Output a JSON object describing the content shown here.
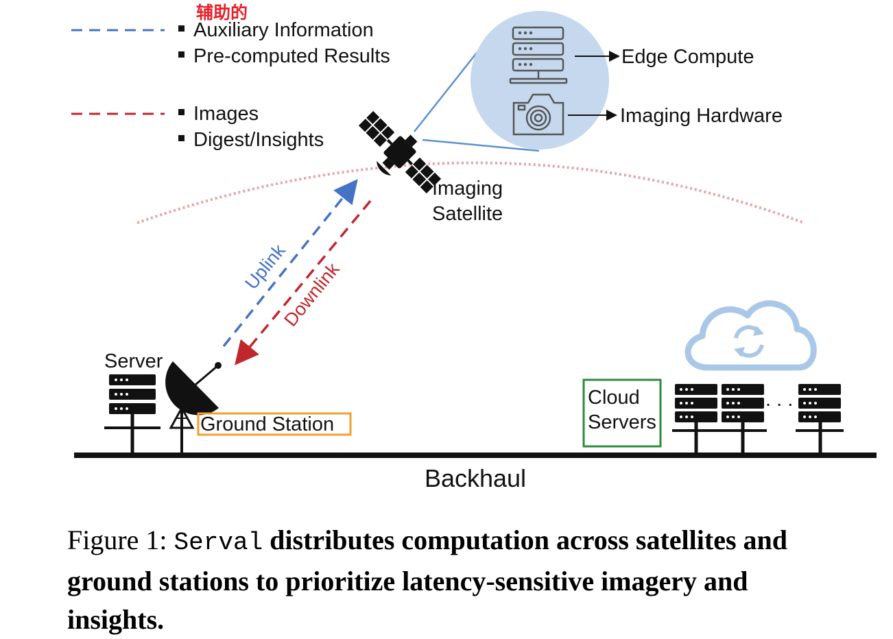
{
  "annotation": "辅助的",
  "legend": {
    "blue": {
      "color": "#4472c4",
      "items": [
        "Auxiliary Information",
        "Pre-computed Results"
      ]
    },
    "red": {
      "color": "#c0272d",
      "items": [
        "Images",
        "Digest/Insights"
      ]
    }
  },
  "satellite": {
    "label_line1": "Imaging",
    "label_line2": "Satellite",
    "callouts": {
      "edge": "Edge Compute",
      "imaging": "Imaging Hardware"
    }
  },
  "links": {
    "uplink": "Uplink",
    "downlink": "Downlink"
  },
  "ground": {
    "server_label": "Server",
    "station_label": "Ground Station"
  },
  "cloud": {
    "label_line1": "Cloud",
    "label_line2": "Servers",
    "ellipsis": ". . ."
  },
  "backhaul": "Backhaul",
  "caption": {
    "prefix": "Figure 1: ",
    "system": "Serval",
    "text": " distributes computation across satellites and ground stations to prioritize latency-sensitive imagery and insights."
  },
  "colors": {
    "uplink": "#4472c4",
    "downlink": "#c0272d",
    "orbit": "#e8a3a3",
    "bubble": "#c5d8ee",
    "cloud": "#a9c8e8",
    "station_box": "#f0a030",
    "cloud_box": "#2e8b3e",
    "annotation": "#e8202a"
  }
}
